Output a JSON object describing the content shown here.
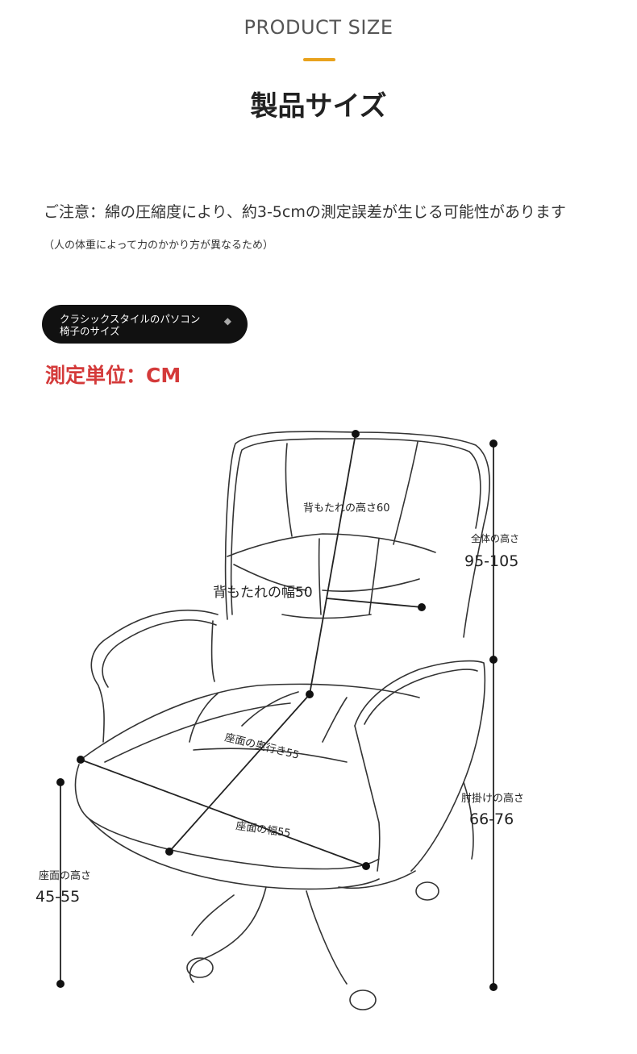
{
  "header": {
    "eyebrow": "PRODUCT SIZE",
    "title": "製品サイズ",
    "accent_color": "#e8a21d"
  },
  "notice": {
    "main": "ご注意：綿の圧縮度により、約3-5cmの測定誤差が生じる可能性があります",
    "sub": "（人の体重によって力のかかり方が異なるため）"
  },
  "style_pill": {
    "label_line1": "クラシックスタイルのパソコン",
    "label_line2": "椅子のサイズ",
    "icon": "diamond-icon"
  },
  "unit": {
    "label": "測定単位：CM",
    "color": "#d43a3a"
  },
  "dimensions": {
    "backrest_height": "背もたれの高さ60",
    "backrest_width": "背もたれの幅50",
    "total_height_label": "全体の高さ",
    "total_height_value": "95-105",
    "seat_depth": "座面の奥行き55",
    "seat_width": "座面の幅55",
    "armrest_height_label": "肘掛けの高さ",
    "armrest_height_value": "66-76",
    "seat_height_label": "座面の高さ",
    "seat_height_value": "45-55"
  }
}
